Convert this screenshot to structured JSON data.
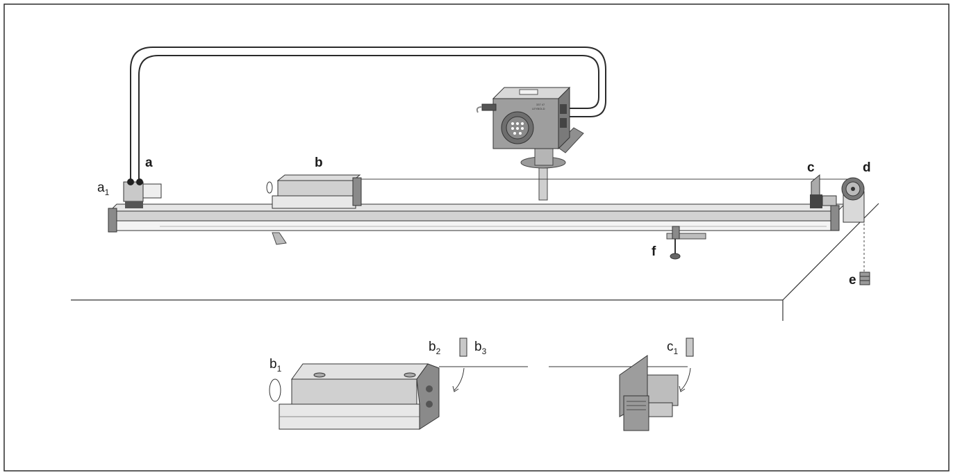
{
  "labels": {
    "a": "a",
    "a1_main": "a",
    "a1_sub": "1",
    "b": "b",
    "c": "c",
    "d": "d",
    "e": "e",
    "f": "f",
    "b1_main": "b",
    "b1_sub": "1",
    "b2_main": "b",
    "b2_sub": "2",
    "b3_main": "b",
    "b3_sub": "3",
    "c1_main": "c",
    "c1_sub": "1"
  },
  "device_text": {
    "line1": "337 47",
    "line2": "LEYBOLD"
  },
  "colors": {
    "frame": "#2a2a2a",
    "metal_light": "#e6e6e6",
    "metal_mid": "#bdbdbd",
    "metal_dark": "#7a7a7a",
    "cable": "#2a2a2a"
  }
}
